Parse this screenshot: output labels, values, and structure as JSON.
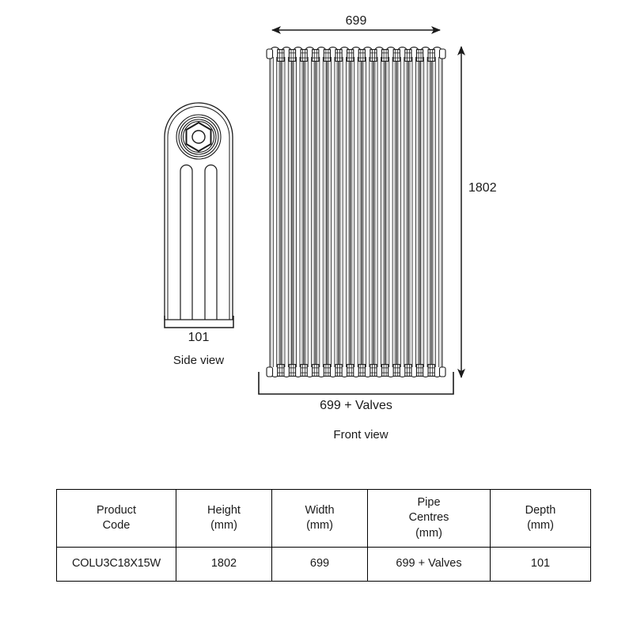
{
  "drawing": {
    "title_front_view": "Front view",
    "title_side_view": "Side view",
    "dimensions": {
      "width_top": "699",
      "height_right": "1802",
      "pipe_centres_bottom": "699 + Valves",
      "depth_side": "101"
    },
    "front_view": {
      "column_count": 15,
      "column_type": "3-column radiator section"
    },
    "side_view": {
      "detail": "hex-nut-valve-boss"
    },
    "line_color": "#1a1a1a",
    "fill_color": "#ffffff"
  },
  "spec_table": {
    "headers": [
      {
        "line1": "Product",
        "line2": "Code",
        "line3": ""
      },
      {
        "line1": "Height",
        "line2": "(mm)",
        "line3": ""
      },
      {
        "line1": "Width",
        "line2": "(mm)",
        "line3": ""
      },
      {
        "line1": "Pipe",
        "line2": "Centres",
        "line3": "(mm)"
      },
      {
        "line1": "Depth",
        "line2": "(mm)",
        "line3": ""
      }
    ],
    "rows": [
      {
        "product_code": "COLU3C18X15W",
        "height": "1802",
        "width": "699",
        "pipe_centres": "699 + Valves",
        "depth": "101"
      }
    ]
  }
}
